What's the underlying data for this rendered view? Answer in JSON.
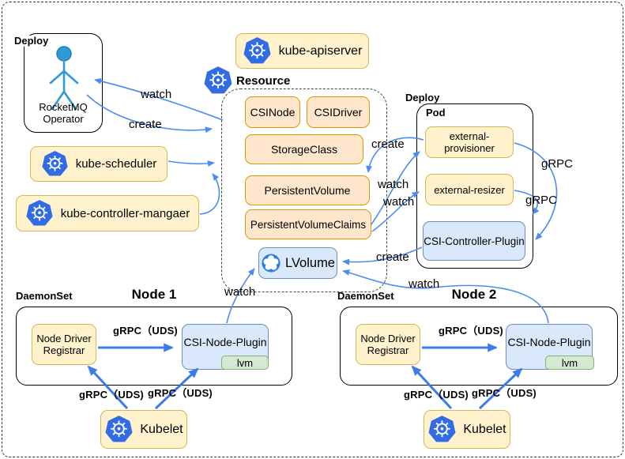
{
  "operator": {
    "frame_label": "Deploy",
    "name": "RocketMQ\nOperator"
  },
  "apiserver": {
    "label": "kube-apiserver"
  },
  "scheduler": {
    "label": "kube-scheduler"
  },
  "controller_manager": {
    "label": "kube-controller-mangaer"
  },
  "resource": {
    "title": "Resource",
    "csinode": "CSINode",
    "csidriver": "CSIDriver",
    "storageclass": "StorageClass",
    "persistentvolume": "PersistentVolume",
    "persistentvolumeclaims": "PersistentVolumeClaims",
    "lvolume": "LVolume"
  },
  "controller_pod": {
    "frame_label": "Deploy",
    "pod_label": "Pod",
    "provisioner": "external-provisioner",
    "resizer": "external-resizer",
    "plugin": "CSI-Controller-Plugin"
  },
  "nodes": [
    {
      "kind": "DaemonSet",
      "title": "Node 1",
      "registrar": "Node Driver\nRegistrar",
      "plugin": "CSI-Node-Plugin",
      "badge": "lvm",
      "kubelet": "Kubelet"
    },
    {
      "kind": "DaemonSet",
      "title": "Node 2",
      "registrar": "Node Driver\nRegistrar",
      "plugin": "CSI-Node-Plugin",
      "badge": "lvm",
      "kubelet": "Kubelet"
    }
  ],
  "edge_labels": {
    "watch": "watch",
    "create": "create",
    "grpc": "gRPC",
    "grpc_uds": "gRPC（UDS)"
  },
  "colors": {
    "yellow_fill": "#FFF2CC",
    "yellow_border": "#D6B656",
    "orange_fill": "#FFE6CC",
    "orange_border": "#D79B00",
    "blue_fill": "#DAE8FC",
    "blue_border": "#6C8EBF",
    "green_fill": "#D5E8D4",
    "green_border": "#82B366",
    "kubernetes_blue": "#326CE5",
    "arrow_blue": "#4C8BF5"
  }
}
